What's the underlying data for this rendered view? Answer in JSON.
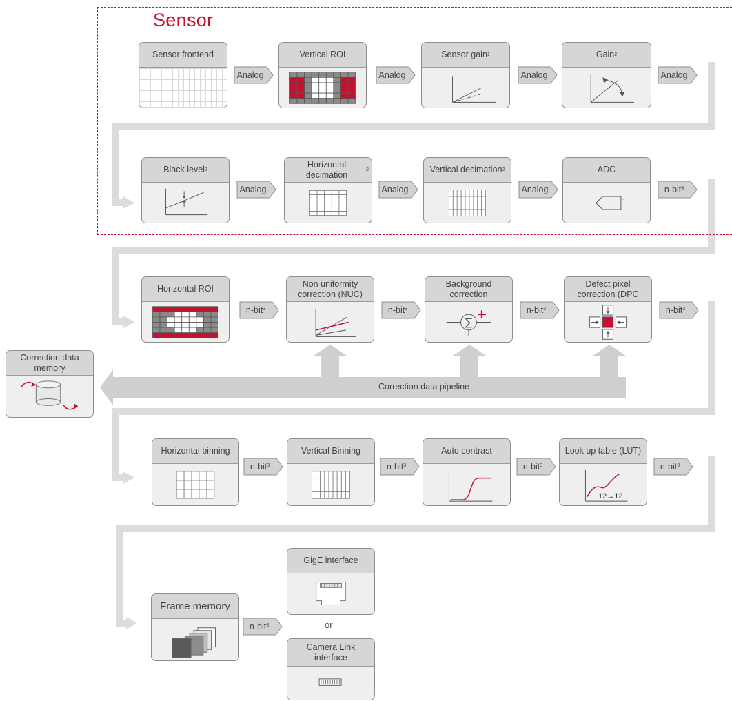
{
  "title": "Sensor",
  "rows": [
    {
      "blocks": [
        {
          "label": "Sensor frontend",
          "sup": ""
        },
        {
          "label": "Vertical ROI",
          "sup": ""
        },
        {
          "label": "Sensor gain",
          "sup": "1"
        },
        {
          "label": "Gain",
          "sup": "2"
        }
      ],
      "signals": [
        {
          "label": "Analog",
          "sup": ""
        },
        {
          "label": "Analog",
          "sup": ""
        },
        {
          "label": "Analog",
          "sup": ""
        },
        {
          "label": "Analog",
          "sup": ""
        }
      ]
    },
    {
      "blocks": [
        {
          "label": "Black level",
          "sup": "2"
        },
        {
          "label": "Horizontal decimation",
          "sup": "2"
        },
        {
          "label": "Vertical decimation",
          "sup": "2"
        },
        {
          "label": "ADC",
          "sup": ""
        }
      ],
      "signals": [
        {
          "label": "Analog",
          "sup": ""
        },
        {
          "label": "Analog",
          "sup": ""
        },
        {
          "label": "Analog",
          "sup": ""
        },
        {
          "label": "n-bit",
          "sup": "3"
        }
      ]
    },
    {
      "blocks": [
        {
          "label": "Horizontal ROI",
          "sup": ""
        },
        {
          "label": "Non uniformity correction (NUC)",
          "sup": ""
        },
        {
          "label": "Background correction",
          "sup": ""
        },
        {
          "label": "Defect pixel correction (DPC",
          "sup": ""
        }
      ],
      "signals": [
        {
          "label": "n-bit",
          "sup": "3"
        },
        {
          "label": "n-bit",
          "sup": "3"
        },
        {
          "label": "n-bit",
          "sup": "3"
        },
        {
          "label": "n-bit",
          "sup": "3"
        }
      ]
    },
    {
      "blocks": [
        {
          "label": "Horizontal binning",
          "sup": ""
        },
        {
          "label": "Vertical Binning",
          "sup": ""
        },
        {
          "label": "Auto contrast",
          "sup": ""
        },
        {
          "label": "Look up table (LUT)",
          "sup": ""
        }
      ],
      "signals": [
        {
          "label": "n-bit",
          "sup": "3"
        },
        {
          "label": "n-bit",
          "sup": "3"
        },
        {
          "label": "n-bit",
          "sup": "3"
        },
        {
          "label": "n-bit",
          "sup": "3"
        }
      ]
    },
    {
      "blocks": [
        {
          "label": "Frame memory",
          "sup": ""
        }
      ],
      "signals": [
        {
          "label": "n-bit",
          "sup": "3"
        }
      ]
    }
  ],
  "correction_memory": {
    "label": "Correction data memory"
  },
  "correction_pipeline": {
    "label": "Correction data pipeline"
  },
  "interfaces": {
    "gige": "GigE interface",
    "or": "or",
    "camera_link": "Camera Link interface"
  },
  "lut_label": "12→12",
  "colors": {
    "accent_red": "#c8102e",
    "header_gray": "#d6d6d6",
    "body_gray": "#efefef",
    "connector_gray": "#dcdcdc",
    "arrow_gray": "#cccccc"
  }
}
